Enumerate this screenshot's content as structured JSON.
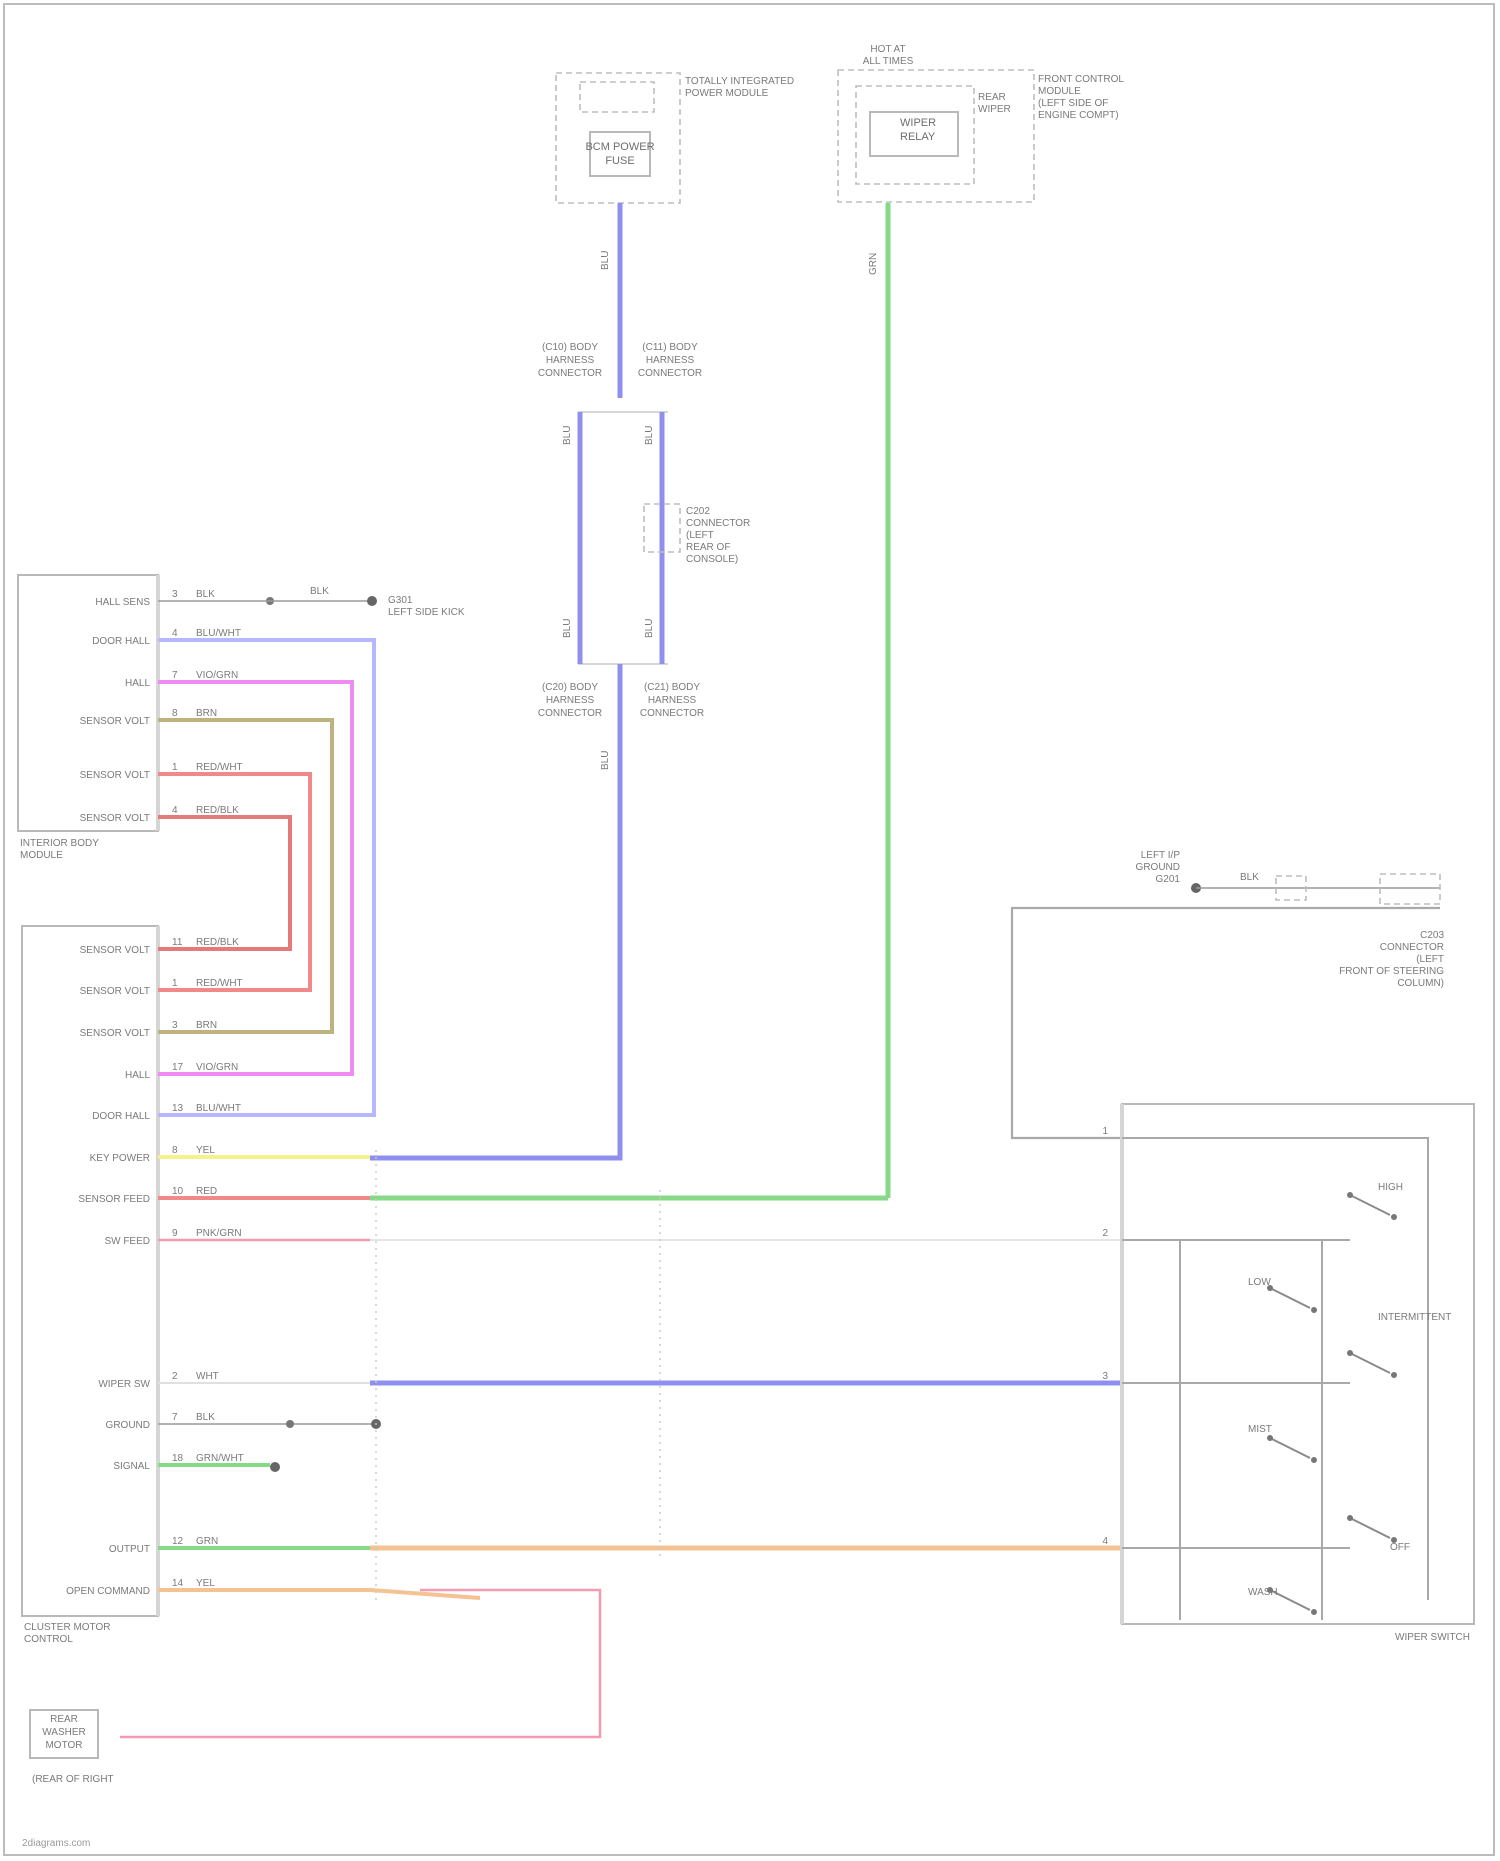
{
  "colors": {
    "blue": "#8f8ff0",
    "green": "#86d986",
    "pink": "#f29bb3",
    "red": "#f08a8a",
    "magenta": "#ee8cef",
    "lavender": "#b7b7ff",
    "olive": "#c0b27e",
    "yellow": "#f4f28a",
    "orange": "#f5c393",
    "darkred": "#e57a7a",
    "gray": "#a9a9a9"
  },
  "top_left_module": {
    "inner_title": "BCM POWER",
    "inner_sub": "FUSE",
    "box_label": "TOTALLY INTEGRATED",
    "box_label2": "POWER MODULE"
  },
  "top_right_module": {
    "header": "HOT AT",
    "header2": "ALL TIMES",
    "inner_item": "WIPER",
    "inner_item2": "RELAY",
    "box_label": "FRONT CONTROL",
    "box_label2": "MODULE",
    "box_label3": "(LEFT SIDE OF",
    "box_label4": "ENGINE COMPT)",
    "relay_label": "REAR",
    "relay_label2": "WIPER"
  },
  "center_connectors": {
    "upper_left": [
      "(C10) BODY",
      "HARNESS",
      "CONNECTOR"
    ],
    "upper_right": [
      "(C11) BODY",
      "HARNESS",
      "CONNECTOR"
    ],
    "mid_label": [
      "C202",
      "CONNECTOR",
      "(LEFT",
      "REAR OF",
      "CONSOLE)"
    ],
    "lower_left": [
      "(C20) BODY",
      "HARNESS",
      "CONNECTOR"
    ],
    "lower_right": [
      "(C21) BODY",
      "HARNESS",
      "CONNECTOR"
    ]
  },
  "wire_codes": {
    "top_blue": "BLU",
    "top_green": "GRN",
    "mid_blue_left": "BLU",
    "mid_blue_right": "BLU",
    "low_blue_left": "BLU",
    "low_blue_right": "BLU",
    "bottom_blue": "BLU"
  },
  "module_a": {
    "name": "INTERIOR BODY",
    "name2": "MODULE",
    "rows": [
      {
        "label": "HALL SENS",
        "pin": "3",
        "wire": "BLK"
      },
      {
        "label": "DOOR HALL",
        "pin": "4",
        "wire": "BLU/WHT"
      },
      {
        "label": "HALL",
        "pin": "7",
        "wire": "VIO/GRN"
      },
      {
        "label": "SENSOR VOLT",
        "pin": "8",
        "wire": "BRN"
      },
      {
        "label": "SENSOR VOLT",
        "pin": "1",
        "wire": "RED/WHT"
      },
      {
        "label": "SENSOR VOLT",
        "pin": "4",
        "wire": "RED/BLK"
      }
    ],
    "ground_wire": "BLK",
    "ground_label": "G301",
    "ground_label2": "LEFT SIDE KICK"
  },
  "module_b": {
    "name": "CLUSTER MOTOR",
    "name2": "CONTROL",
    "rows": [
      {
        "label": "SENSOR VOLT",
        "pin": "11",
        "wire": "RED/BLK"
      },
      {
        "label": "SENSOR VOLT",
        "pin": "1",
        "wire": "RED/WHT"
      },
      {
        "label": "SENSOR VOLT",
        "pin": "3",
        "wire": "BRN"
      },
      {
        "label": "HALL",
        "pin": "17",
        "wire": "VIO/GRN"
      },
      {
        "label": "DOOR HALL",
        "pin": "13",
        "wire": "BLU/WHT"
      },
      {
        "label": "KEY POWER",
        "pin": "8",
        "wire": "YEL"
      },
      {
        "label": "SENSOR FEED",
        "pin": "10",
        "wire": "RED"
      },
      {
        "label": "SW FEED",
        "pin": "9",
        "wire": "PNK/GRN"
      },
      {
        "label": "WIPER SW",
        "pin": "2",
        "wire": "WHT"
      },
      {
        "label": "GROUND",
        "pin": "7",
        "wire": "BLK"
      },
      {
        "label": "SIGNAL",
        "pin": "18",
        "wire": "GRN/WHT"
      },
      {
        "label": "OUTPUT",
        "pin": "12",
        "wire": "GRN"
      },
      {
        "label": "OPEN COMMAND",
        "pin": "14",
        "wire": "YEL"
      }
    ]
  },
  "right_switch": {
    "name": "WIPER SWITCH",
    "contacts": [
      "HIGH",
      "LOW",
      "INTERMITTENT",
      "MIST",
      "OFF",
      "WASH"
    ],
    "pins": [
      "1",
      "2",
      "3",
      "4"
    ],
    "connector": [
      "C203",
      "CONNECTOR",
      "(LEFT",
      "FRONT OF STEERING",
      "COLUMN)"
    ],
    "ground": [
      "LEFT I/P",
      "GROUND",
      "G201"
    ],
    "wire": "BLK"
  },
  "bottom_left_box": {
    "name": "REAR",
    "name2": "WASHER",
    "name3": "MOTOR",
    "location": "(REAR OF RIGHT"
  },
  "footer": "2diagrams.com"
}
